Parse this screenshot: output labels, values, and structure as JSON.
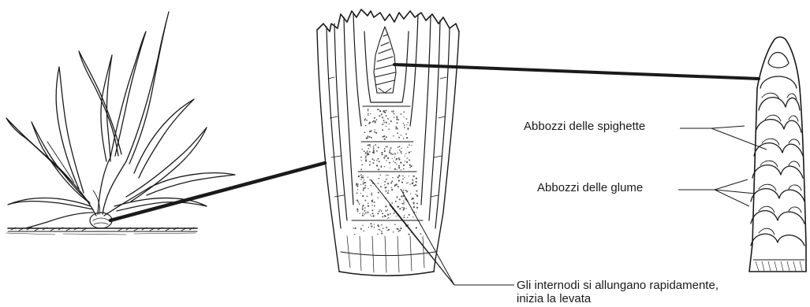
{
  "labels": {
    "spighette": "Abbozzi delle spighette",
    "glume": "Abbozzi delle glume",
    "internodi_line1": "Gli internodi si allungano rapidamente,",
    "internodi_line2": "inizia la levata"
  },
  "colors": {
    "ink": "#1a1a1a",
    "background": "#ffffff",
    "stipple": "#555555"
  },
  "illustrations": {
    "left": "wheat-plant-at-tillering",
    "center": "longitudinal-section-of-stem-apex",
    "right": "developing-ear-primordium"
  }
}
